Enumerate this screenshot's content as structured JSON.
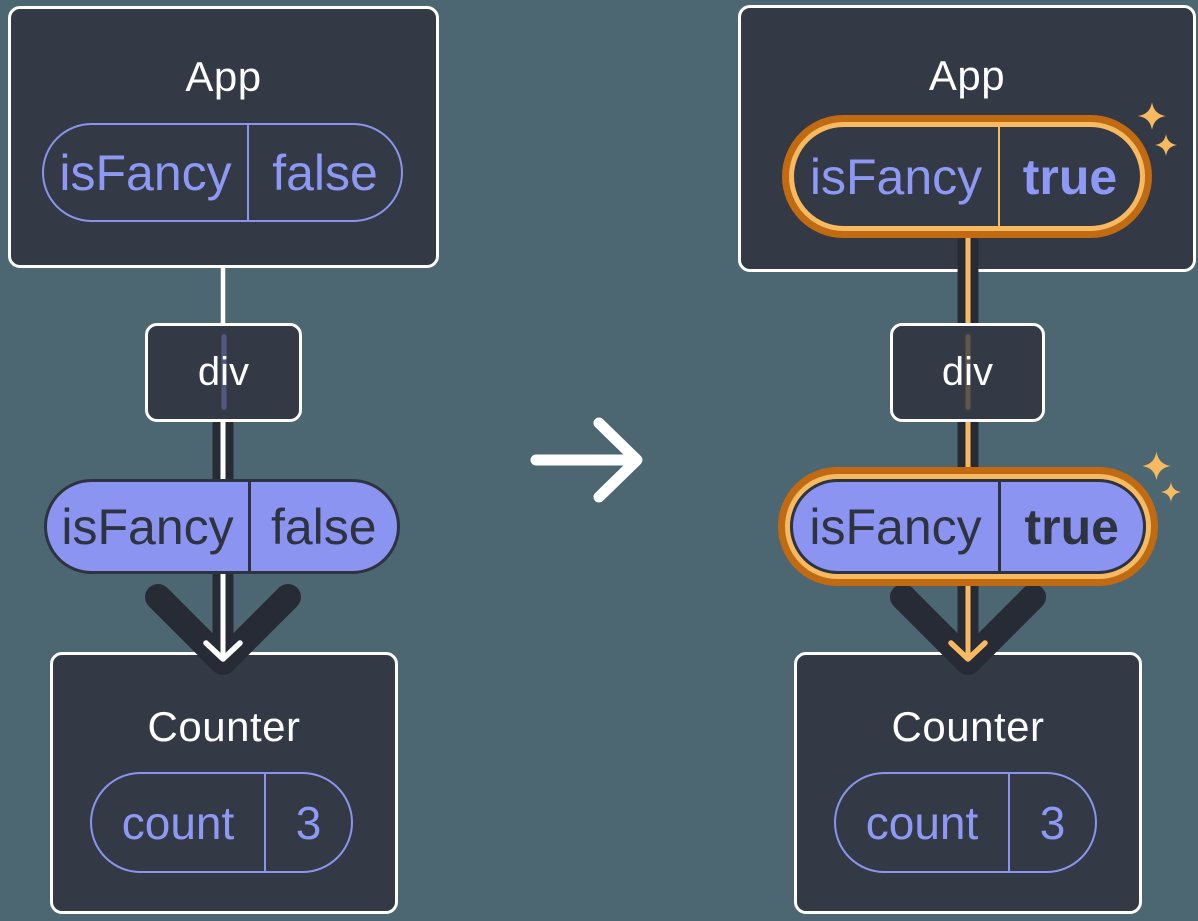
{
  "colors": {
    "background": "#4C6771",
    "card": "#333A46",
    "card_border": "#FFFFFF",
    "pill_fill_purple": "#8B94F0",
    "pill_stroke_purple": "#8A94EE",
    "pill_text_purple": "#8D99F4",
    "ink_dark": "#2E3340",
    "arrow_dark": "#262B35",
    "highlight_orange": "#C26A12",
    "highlight_orange_light": "#F7BA60",
    "connector_white": "#FFFFFF"
  },
  "icons": {
    "transition_arrow": "right-arrow",
    "sparkles": "sparkles",
    "prop_flow": "down-arrow"
  },
  "before": {
    "app": {
      "title": "App",
      "prop": {
        "name": "isFancy",
        "value": "false"
      }
    },
    "div_node": {
      "label": "div"
    },
    "passed_prop": {
      "name": "isFancy",
      "value": "false"
    },
    "counter": {
      "title": "Counter",
      "state": {
        "name": "count",
        "value": "3"
      }
    }
  },
  "after": {
    "app": {
      "title": "App",
      "prop": {
        "name": "isFancy",
        "value": "true"
      }
    },
    "div_node": {
      "label": "div"
    },
    "passed_prop": {
      "name": "isFancy",
      "value": "true"
    },
    "counter": {
      "title": "Counter",
      "state": {
        "name": "count",
        "value": "3"
      }
    }
  }
}
